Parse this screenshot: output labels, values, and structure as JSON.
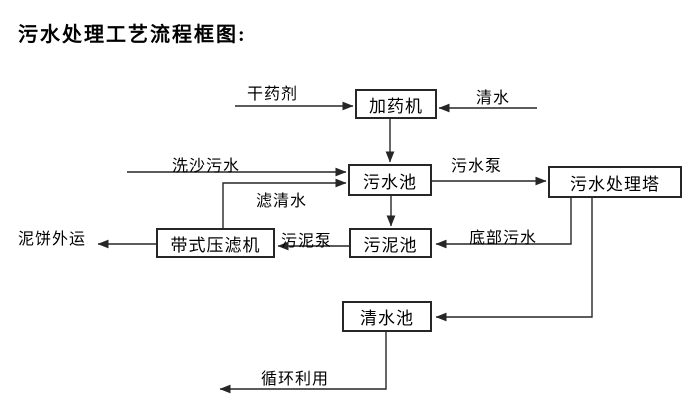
{
  "title": "污水处理工艺流程框图:",
  "diagram": {
    "nodes": {
      "dosing_machine": "加药机",
      "sewage_pool": "污水池",
      "treatment_tower": "污水处理塔",
      "sludge_pool": "污泥池",
      "belt_filter_press": "带式压滤机",
      "clear_water_pool": "清水池"
    },
    "flow_labels": {
      "dry_agent": "干药剂",
      "clear_water": "清水",
      "sand_washing_sewage": "洗沙污水",
      "sewage_pump": "污水泵",
      "filtered_water": "滤清水",
      "sludge_pump": "污泥泵",
      "bottom_sewage": "底部污水",
      "mud_cake_out": "泥饼外运",
      "recycling": "循环利用"
    },
    "colors": {
      "line": "#262626",
      "text": "#000000",
      "background": "#ffffff"
    }
  }
}
